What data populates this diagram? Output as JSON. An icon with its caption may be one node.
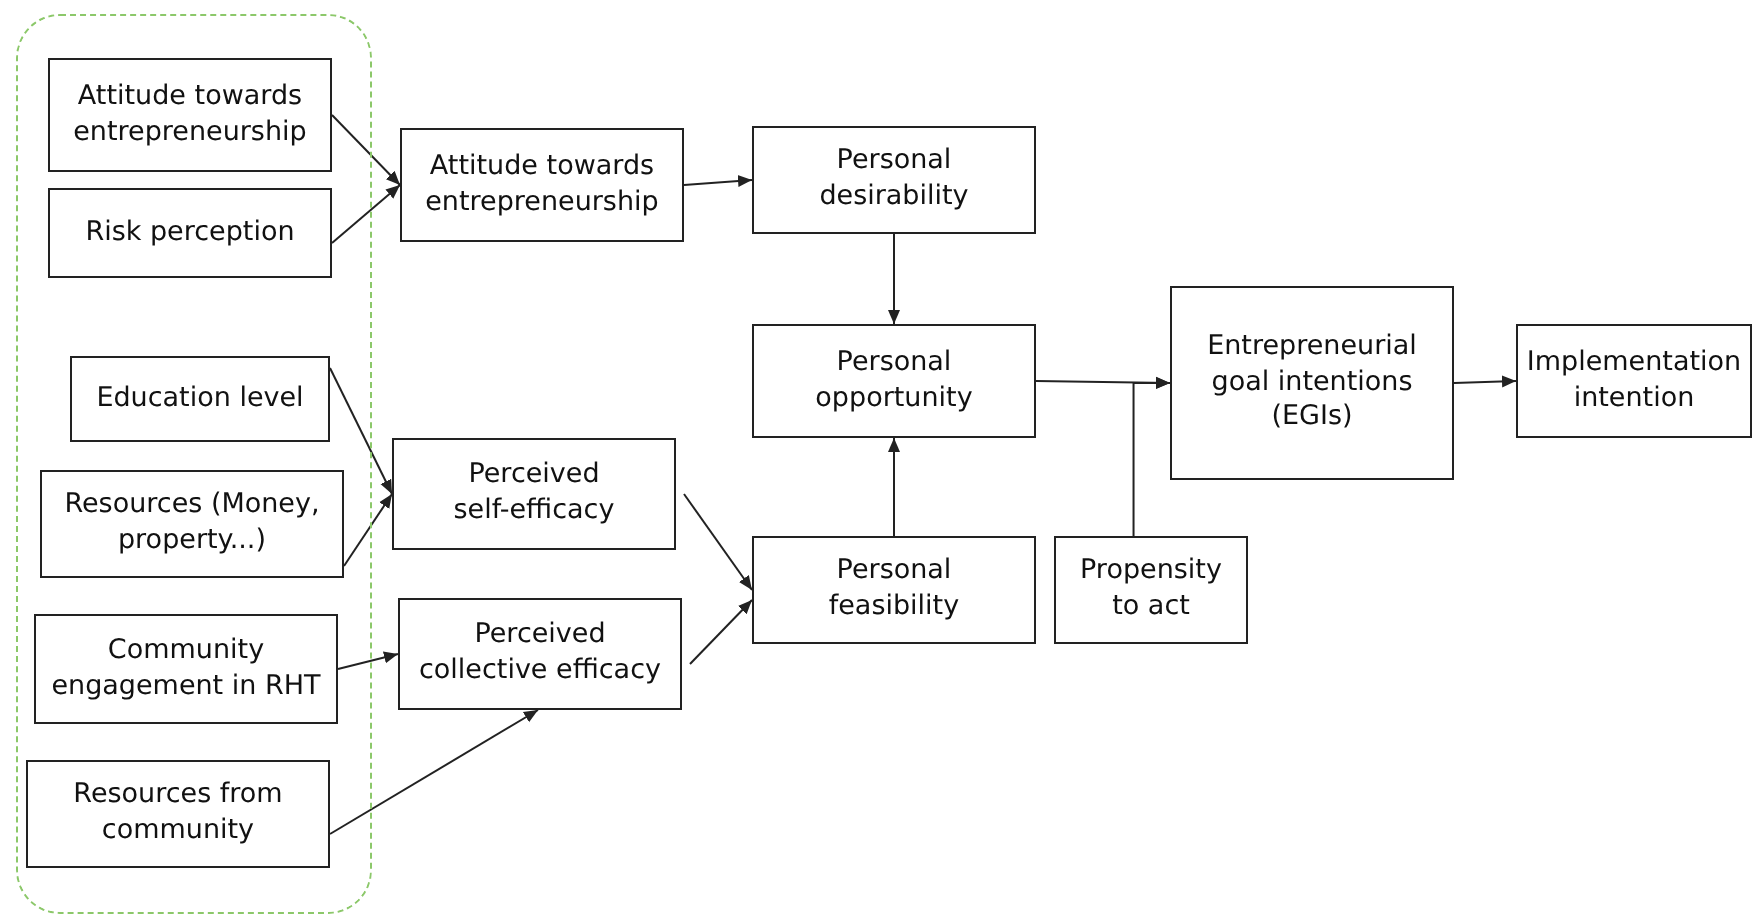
{
  "diagram": {
    "nodes": [
      {
        "text": [],
        "shape": "box"
      },
      {
        "text": [
          "Attitude towards entrepreneurship"
        ],
        "in": 0
      },
      {
        "text": [
          "Risk perception"
        ],
        "in": 0
      },
      {
        "text": [
          "Attitude towards entrepreneurship"
        ]
      },
      {
        "text": [
          "Personal desirability"
        ]
      },
      {
        "text": [
          "Education level"
        ],
        "in": 0
      },
      {
        "text": [
          "Resources (Money, property...)"
        ],
        "in": 0
      },
      {
        "text": [
          "Perceived self-efficacy"
        ]
      },
      {
        "text": [
          "Personal opportunity"
        ]
      },
      {
        "text": [
          "Entrepreneurial goal intentions (EGIs)"
        ]
      },
      {
        "text": [
          "Implementation intention"
        ]
      },
      {
        "text": [
          "Community engagement in RHT"
        ],
        "in": 0
      },
      {
        "text": [
          "Perceived collective efficacy"
        ]
      },
      {
        "text": [
          "Personal feasibility"
        ]
      },
      {
        "text": [
          "Propensity to act"
        ]
      },
      {
        "text": [
          "Resources from community"
        ],
        "in": 0
      }
    ],
    "edges": [
      {
        "from": 1,
        "to": 3,
        "arrow": "to"
      },
      {
        "from": 2,
        "to": 3,
        "arrow": "to"
      },
      {
        "from": 3,
        "to": 4,
        "arrow": "to"
      },
      {
        "from": 4,
        "to": 8,
        "arrow": "to"
      },
      {
        "from": 5,
        "to": 7,
        "arrow": "to"
      },
      {
        "from": 6,
        "to": 7,
        "arrow": "to"
      },
      {
        "from": 11,
        "to": 12,
        "arrow": "to"
      },
      {
        "from": 15,
        "to": 12,
        "arrow": "to"
      },
      {
        "from": 7,
        "to": 13,
        "arrow": "to"
      },
      {
        "from": 12,
        "to": 13,
        "arrow": "to"
      },
      {
        "from": 13,
        "to": 8,
        "arrow": "to"
      },
      {
        "from": 8,
        "to": 9,
        "arrow": "to"
      },
      {
        "from": 14,
        "to": 9,
        "arrow": "to"
      },
      {
        "from": 9,
        "to": 10,
        "arrow": "to"
      }
    ]
  }
}
